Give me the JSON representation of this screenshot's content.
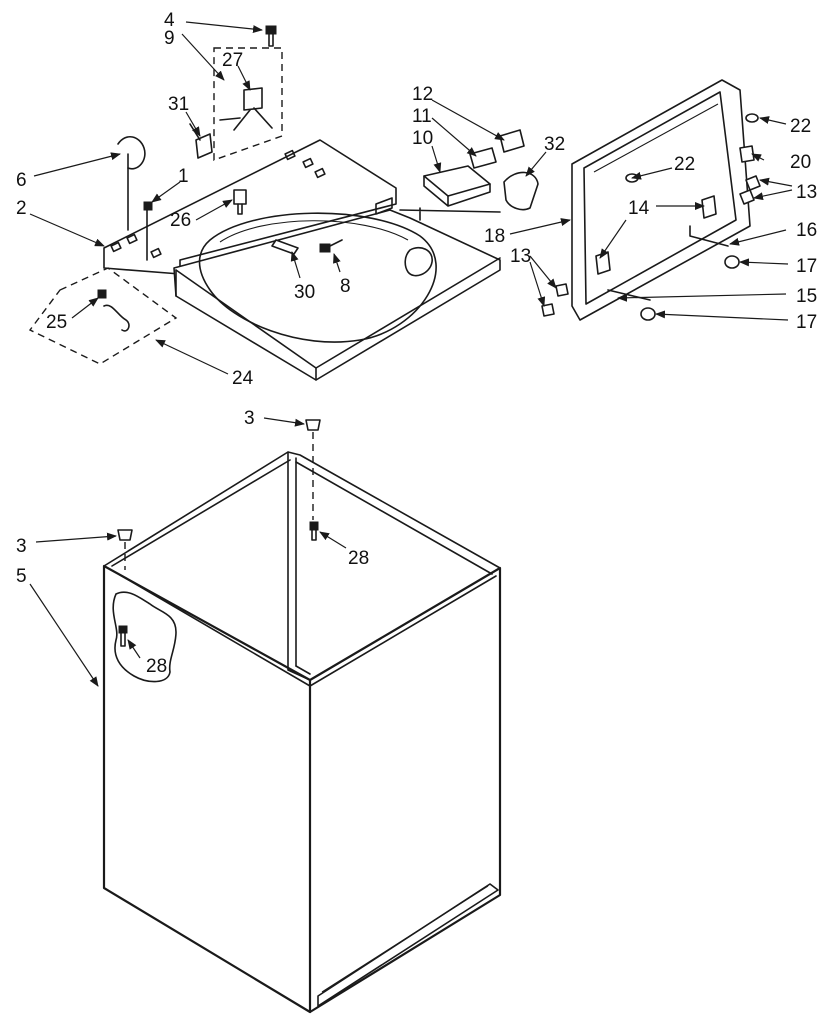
{
  "colors": {
    "ink": "#1a1a1a",
    "paper": "#ffffff"
  },
  "callouts": {
    "c1": "1",
    "c2": "2",
    "c3a": "3",
    "c3b": "3",
    "c4": "4",
    "c5": "5",
    "c6": "6",
    "c8": "8",
    "c9": "9",
    "c10": "10",
    "c11": "11",
    "c12": "12",
    "c13a": "13",
    "c13b": "13",
    "c14": "14",
    "c15": "15",
    "c16": "16",
    "c17a": "17",
    "c17b": "17",
    "c18": "18",
    "c20": "20",
    "c22a": "22",
    "c22b": "22",
    "c24": "24",
    "c25": "25",
    "c26": "26",
    "c27": "27",
    "c28a": "28",
    "c28b": "28",
    "c30": "30",
    "c31": "31",
    "c32": "32"
  }
}
